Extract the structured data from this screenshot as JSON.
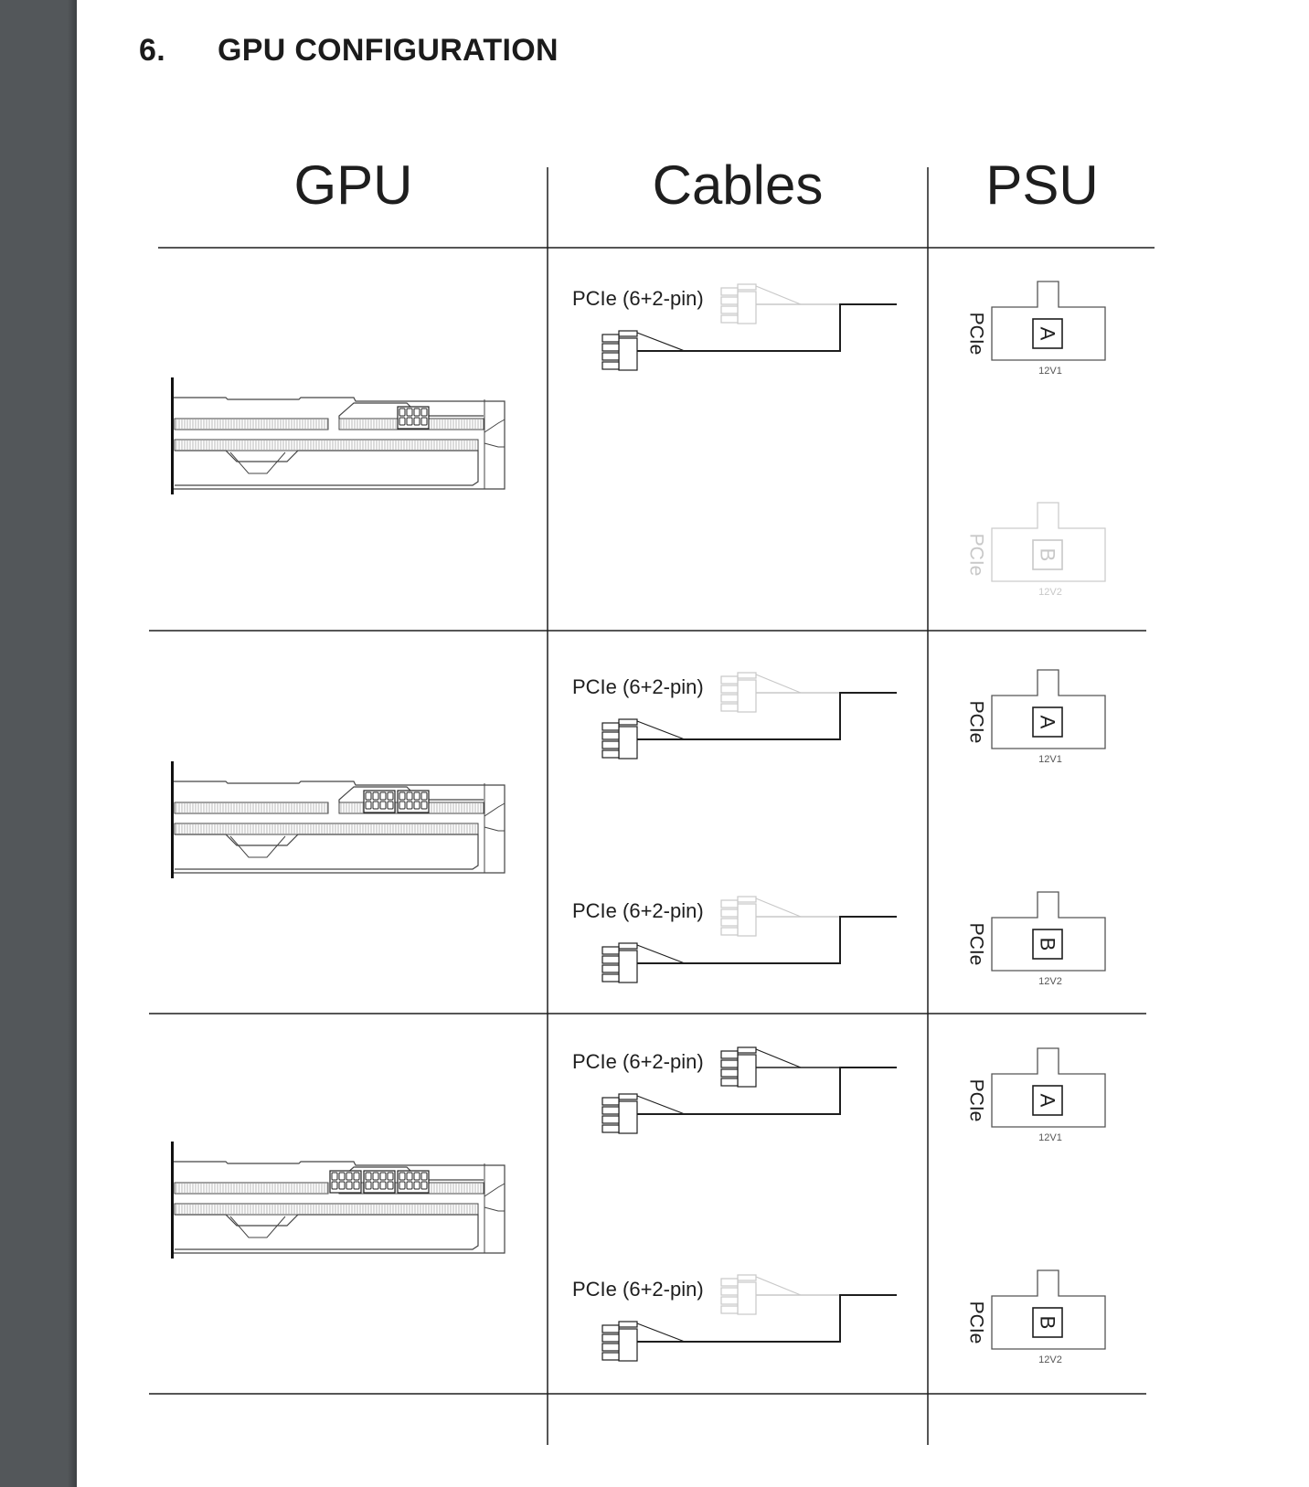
{
  "section": {
    "number": "6.",
    "title": "GPU CONFIGURATION"
  },
  "columns": [
    "GPU",
    "Cables",
    "PSU"
  ],
  "rows": [
    {
      "gpu": {
        "connectors_8pin": 1
      },
      "cables": [
        {
          "label": "PCIe (6+2-pin)",
          "second_connector_active": false
        }
      ],
      "psu": [
        {
          "label": "PCIe",
          "port": "A",
          "rail": "12V1",
          "active": true
        },
        {
          "label": "PCIe",
          "port": "B",
          "rail": "12V2",
          "active": false
        }
      ]
    },
    {
      "gpu": {
        "connectors_8pin": 2
      },
      "cables": [
        {
          "label": "PCIe (6+2-pin)",
          "second_connector_active": false
        },
        {
          "label": "PCIe (6+2-pin)",
          "second_connector_active": false
        }
      ],
      "psu": [
        {
          "label": "PCIe",
          "port": "A",
          "rail": "12V1",
          "active": true
        },
        {
          "label": "PCIe",
          "port": "B",
          "rail": "12V2",
          "active": true
        }
      ]
    },
    {
      "gpu": {
        "connectors_8pin": 3
      },
      "cables": [
        {
          "label": "PCIe (6+2-pin)",
          "second_connector_active": true
        },
        {
          "label": "PCIe (6+2-pin)",
          "second_connector_active": false
        }
      ],
      "psu": [
        {
          "label": "PCIe",
          "port": "A",
          "rail": "12V1",
          "active": true
        },
        {
          "label": "PCIe",
          "port": "B",
          "rail": "12V2",
          "active": true
        }
      ]
    }
  ],
  "colors": {
    "ink": "#1e1e1e",
    "inactive": "#c8c8c8",
    "sidebar": "#53575a"
  }
}
